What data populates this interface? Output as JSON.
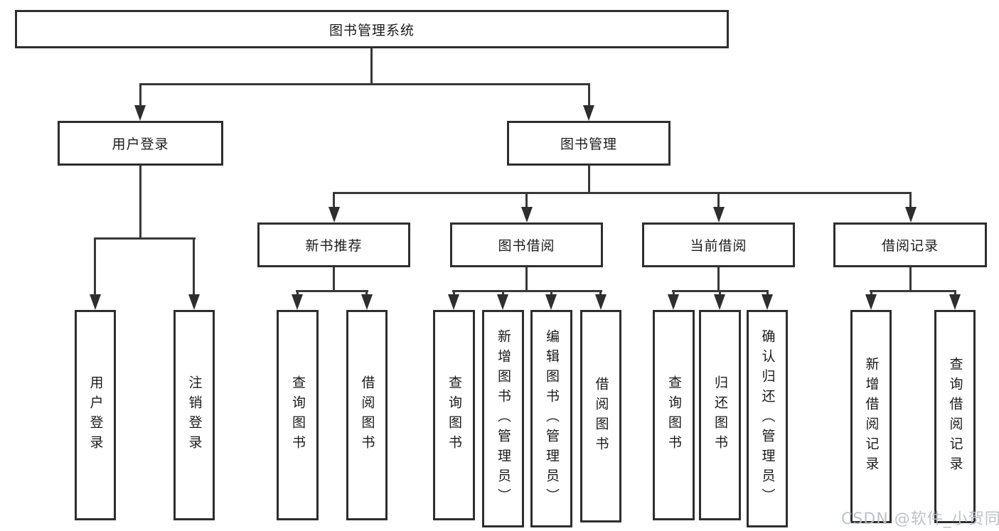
{
  "diagram": {
    "root": {
      "label": "图书管理系统",
      "children": [
        {
          "label": "用户登录",
          "children": [
            {
              "label": "用户登录"
            },
            {
              "label": "注销登录"
            }
          ]
        },
        {
          "label": "图书管理",
          "children": [
            {
              "label": "新书推荐",
              "children": [
                {
                  "label": "查询图书"
                },
                {
                  "label": "借阅图书"
                }
              ]
            },
            {
              "label": "图书借阅",
              "children": [
                {
                  "label": "查询图书"
                },
                {
                  "label": "新增图书（管理员）"
                },
                {
                  "label": "编辑图书（管理员）"
                },
                {
                  "label": "借阅图书"
                }
              ]
            },
            {
              "label": "当前借阅",
              "children": [
                {
                  "label": "查询图书"
                },
                {
                  "label": "归还图书"
                },
                {
                  "label": "确认归还（管理员）"
                }
              ]
            },
            {
              "label": "借阅记录",
              "children": [
                {
                  "label": "新增借阅记录"
                },
                {
                  "label": "查询借阅记录"
                }
              ]
            }
          ]
        }
      ]
    }
  },
  "watermark": {
    "text": "CSDN @软件_小贺同学"
  },
  "colors": {
    "line": "#383838",
    "box_border": "#2e2e2e",
    "box_fill": "#ffffff",
    "text": "#1b1b1b",
    "watermark": "#babfc6"
  }
}
